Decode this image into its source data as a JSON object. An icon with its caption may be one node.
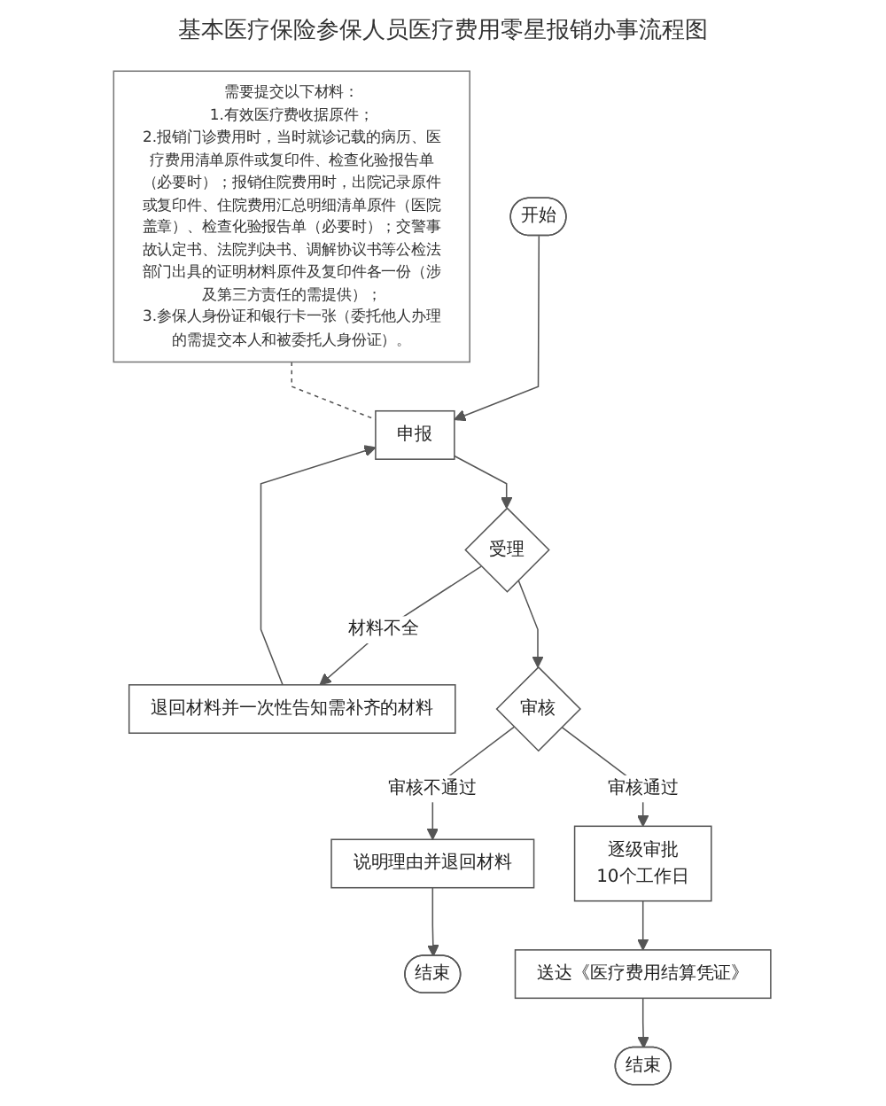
{
  "diagram": {
    "title": "基本医疗保险参保人员医疗费用零星报销办事流程图",
    "nodes": [
      {
        "text": [
          "开始"
        ]
      },
      {
        "text": [
          "申报"
        ]
      },
      {
        "text": [
          "需要提交以下材料：",
          "1.有效医疗费收据原件；",
          "2.报销门诊费用时，当时就诊记载的病历、医疗费用清单原件或复印件、检查化验报告单（必要时）；报销住院费用时，出院记录原件或复印件、住院费用汇总明细清单原件（医院盖章）、检查化验报告单（必要时）；交警事故认定书、法院判决书、调解协议书等公检法部门出具的证明材料原件及复印件各一份（涉及第三方责任的需提供）；",
          "3.参保人身份证和银行卡一张（委托他人办理的需提交本人和被委托人身份证）。"
        ]
      },
      {
        "text": [
          "退回材料并一次性告知需补齐的材料"
        ]
      },
      {
        "text": [
          "受理"
        ]
      },
      {
        "text": [
          "审核"
        ]
      },
      {
        "text": [
          "说明理由并退回材料"
        ]
      },
      {
        "text": [
          "结束"
        ]
      },
      {
        "text": [
          "逐级审批",
          "10个工作日"
        ]
      },
      {
        "text": [
          "送达《医疗费用结算凭证》"
        ]
      },
      {
        "text": [
          "结束"
        ]
      }
    ],
    "edges": [
      {
        "from": 0,
        "to": 1,
        "arrow": "to"
      },
      {
        "from": 2,
        "to": 1,
        "arrow": "none",
        "style": "dashed"
      },
      {
        "from": 1,
        "to": 4,
        "arrow": "to"
      },
      {
        "from": 4,
        "to": 3,
        "arrow": "to",
        "label": "材料不全"
      },
      {
        "from": 3,
        "to": 1,
        "arrow": "to"
      },
      {
        "from": 4,
        "to": 5,
        "arrow": "to"
      },
      {
        "from": 5,
        "to": 6,
        "arrow": "to",
        "label": "审核不通过"
      },
      {
        "from": 6,
        "to": 7,
        "arrow": "to"
      },
      {
        "from": 5,
        "to": 8,
        "arrow": "to",
        "label": "审核通过"
      },
      {
        "from": 8,
        "to": 9,
        "arrow": "to"
      },
      {
        "from": 9,
        "to": 10,
        "arrow": "to"
      }
    ]
  }
}
